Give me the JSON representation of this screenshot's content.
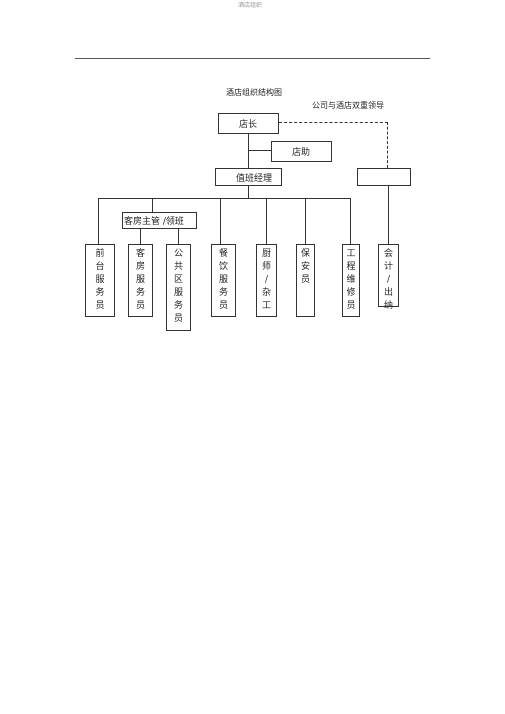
{
  "header": {
    "text": "酒店组织"
  },
  "chart": {
    "title": "酒店组织结构图",
    "note": "公司与酒店双重领导",
    "nodes": {
      "manager": "店长",
      "assistant": "店助",
      "duty_manager": "值班经理",
      "housekeeping_supervisor": "客房主管 /领班",
      "company_box": ""
    },
    "staff": [
      {
        "id": "front-desk",
        "chars": [
          "前",
          "台",
          "服",
          "务",
          "员"
        ]
      },
      {
        "id": "room-attendant",
        "chars": [
          "客",
          "房",
          "服",
          "务",
          "员"
        ]
      },
      {
        "id": "public-area",
        "chars": [
          "公",
          "共",
          "区",
          "服",
          "务",
          "员"
        ]
      },
      {
        "id": "food-service",
        "chars": [
          "餐",
          "饮",
          "服",
          "务",
          "员"
        ]
      },
      {
        "id": "kitchen",
        "chars": [
          "厨",
          "师",
          "/",
          "杂",
          "工"
        ]
      },
      {
        "id": "security",
        "chars": [
          "保",
          "安",
          "员"
        ]
      },
      {
        "id": "engineering",
        "chars": [
          "工",
          "程",
          "维",
          "修",
          "员"
        ]
      },
      {
        "id": "accounting",
        "chars": [
          "会",
          "计",
          "/",
          "出",
          "纳"
        ]
      }
    ]
  }
}
